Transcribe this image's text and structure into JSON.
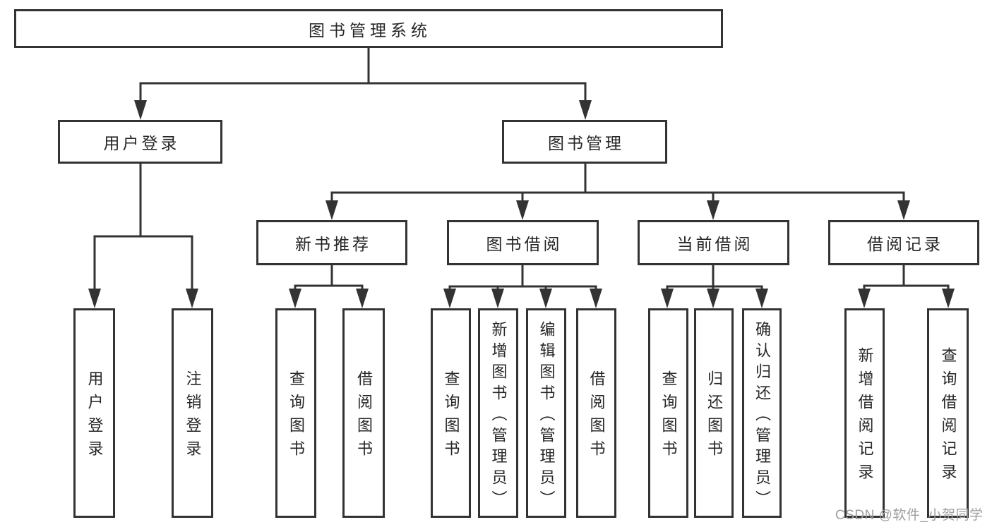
{
  "tree": {
    "root": {
      "label": "图书管理系统"
    },
    "branches": [
      {
        "label": "用户登录",
        "children": [
          {
            "label": "用户登录"
          },
          {
            "label": "注销登录"
          }
        ]
      },
      {
        "label": "图书管理",
        "children": [
          {
            "label": "新书推荐",
            "children": [
              {
                "label": "查询图书"
              },
              {
                "label": "借阅图书"
              }
            ]
          },
          {
            "label": "图书借阅",
            "children": [
              {
                "label": "查询图书"
              },
              {
                "label": "新增图书（管理员）"
              },
              {
                "label": "编辑图书（管理员）"
              },
              {
                "label": "借阅图书"
              }
            ]
          },
          {
            "label": "当前借阅",
            "children": [
              {
                "label": "查询图书"
              },
              {
                "label": "归还图书"
              },
              {
                "label": "确认归还（管理员）"
              }
            ]
          },
          {
            "label": "借阅记录",
            "children": [
              {
                "label": "新增借阅记录"
              },
              {
                "label": "查询借阅记录"
              }
            ]
          }
        ]
      }
    ]
  },
  "watermark": {
    "text": "CSDN @软件_小贺同学"
  },
  "colors": {
    "line": "#333333",
    "text": "#262626",
    "watermark": "#9e9e9e",
    "background": "#ffffff"
  }
}
